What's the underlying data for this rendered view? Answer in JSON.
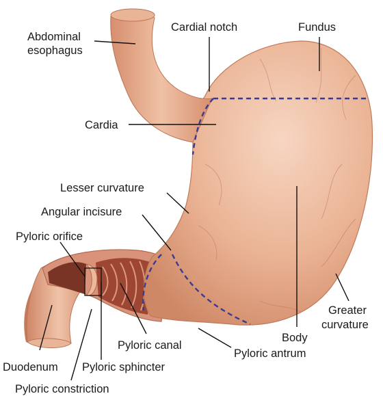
{
  "labels": {
    "abdominal_esophagus_1": "Abdominal",
    "abdominal_esophagus_2": "esophagus",
    "cardial_notch": "Cardial notch",
    "fundus": "Fundus",
    "cardia": "Cardia",
    "lesser_curvature": "Lesser curvature",
    "angular_incisure": "Angular incisure",
    "pyloric_orifice": "Pyloric orifice",
    "greater_curvature_1": "Greater",
    "greater_curvature_2": "curvature",
    "body": "Body",
    "pyloric_canal": "Pyloric canal",
    "duodenum": "Duodenum",
    "pyloric_sphincter": "Pyloric sphincter",
    "pyloric_antrum": "Pyloric antrum",
    "pyloric_constriction": "Pyloric constriction"
  },
  "colors": {
    "tissue": "#e4a585",
    "tissue_light": "#f3ccb4",
    "tissue_dark": "#c77f5e",
    "lumen": "#7a3425",
    "zone_line": "#3b3a8f",
    "leader": "#111111"
  }
}
